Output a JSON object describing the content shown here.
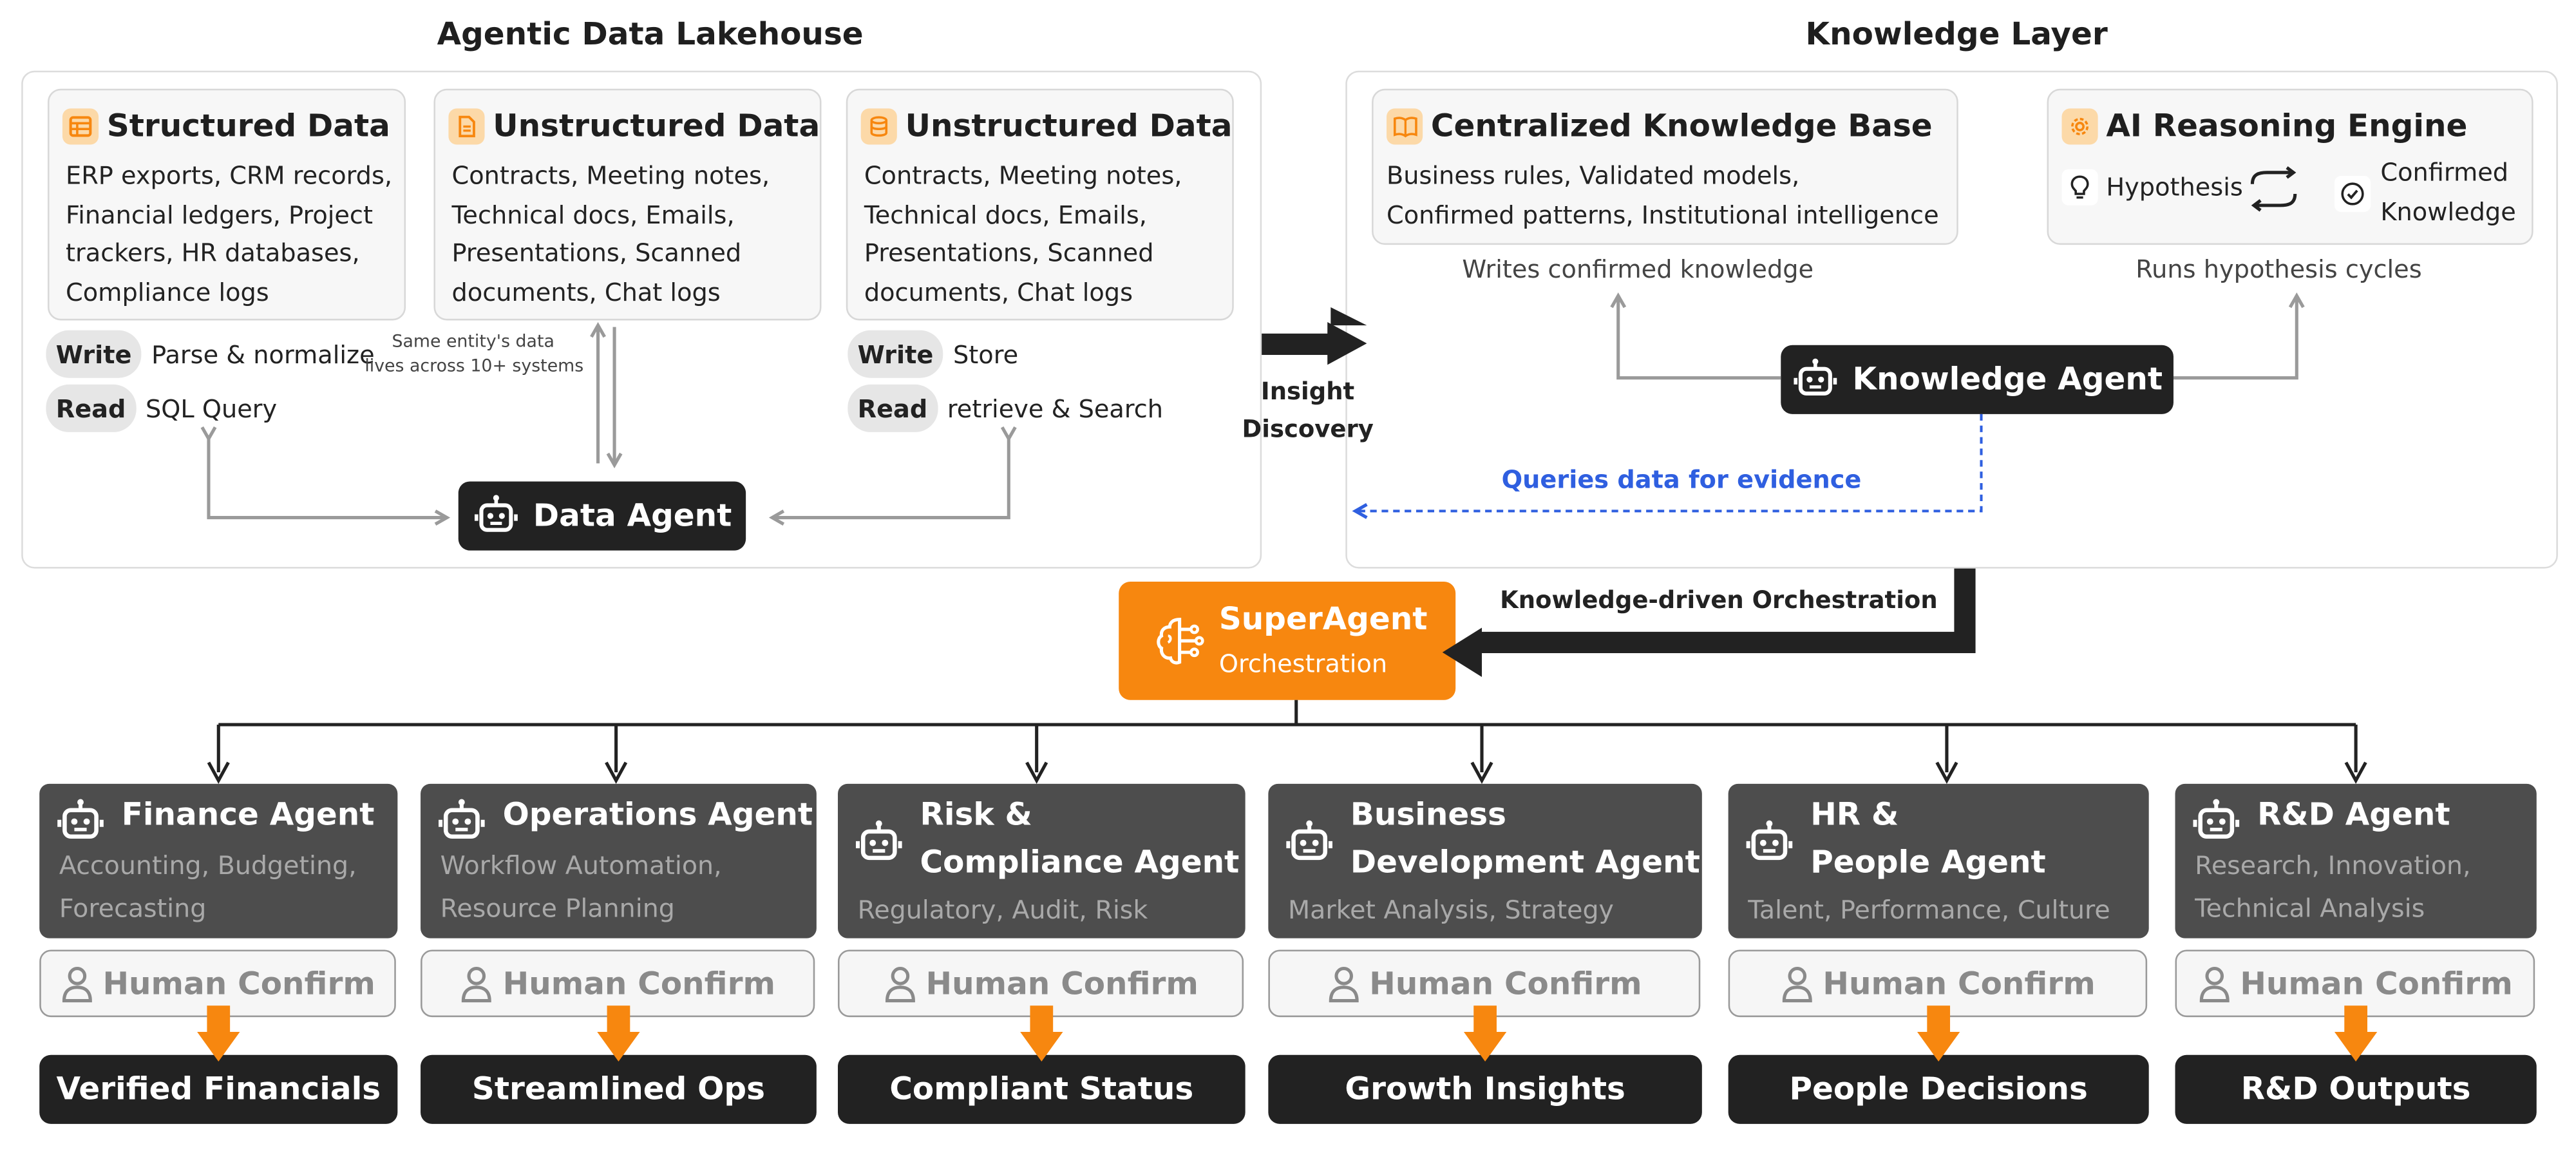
{
  "lakehouse": {
    "title": "Agentic Data Lakehouse",
    "cards": [
      {
        "icon": "table-icon",
        "title": "Structured Data",
        "lines": [
          "ERP exports, CRM records,",
          "Financial ledgers, Project",
          "trackers, HR databases,",
          "Compliance logs"
        ]
      },
      {
        "icon": "document-icon",
        "title": "Unstructured Data",
        "lines": [
          "Contracts, Meeting notes,",
          "Technical docs, Emails,",
          "Presentations, Scanned",
          "documents, Chat logs"
        ]
      },
      {
        "icon": "database-icon",
        "title": "Unstructured Data",
        "lines": [
          "Contracts, Meeting notes,",
          "Technical docs, Emails,",
          "Presentations, Scanned",
          "documents, Chat logs"
        ]
      }
    ],
    "left_ops": {
      "write_label": "Write",
      "write_text": "Parse & normalize",
      "read_label": "Read",
      "read_text": "SQL Query"
    },
    "right_ops": {
      "write_label": "Write",
      "write_text": "Store",
      "read_label": "Read",
      "read_text": "retrieve & Search"
    },
    "note": [
      "Same entity's data",
      "lives across 10+ systems"
    ],
    "data_agent": "Data Agent"
  },
  "insight": {
    "lines": [
      "Insight",
      "Discovery"
    ]
  },
  "knowledge": {
    "title": "Knowledge Layer",
    "kb": {
      "icon": "book-icon",
      "title": "Centralized Knowledge Base",
      "lines": [
        "Business rules, Validated models,",
        "Confirmed patterns, Institutional intelligence"
      ]
    },
    "reasoning": {
      "icon": "gear-icon",
      "title": "AI Reasoning Engine",
      "hypothesis": "Hypothesis",
      "confirmed": [
        "Confirmed",
        "Knowledge"
      ]
    },
    "writes_label": "Writes confirmed knowledge",
    "runs_label": "Runs hypothesis cycles",
    "agent": "Knowledge Agent",
    "queries_label": "Queries data for evidence"
  },
  "orchestration_label": "Knowledge-driven Orchestration",
  "superagent": {
    "title": "SuperAgent",
    "subtitle": "Orchestration"
  },
  "agents": [
    {
      "name": [
        "Finance Agent"
      ],
      "desc": [
        "Accounting, Budgeting,",
        "Forecasting"
      ],
      "human": "Human Confirm",
      "outcome": "Verified Financials"
    },
    {
      "name": [
        "Operations Agent"
      ],
      "desc": [
        "Workflow Automation,",
        "Resource Planning"
      ],
      "human": "Human Confirm",
      "outcome": "Streamlined Ops"
    },
    {
      "name": [
        "Risk &",
        "Compliance Agent"
      ],
      "desc": [
        "Regulatory, Audit, Risk"
      ],
      "human": "Human Confirm",
      "outcome": "Compliant Status"
    },
    {
      "name": [
        "Business",
        "Development Agent"
      ],
      "desc": [
        "Market Analysis, Strategy"
      ],
      "human": "Human Confirm",
      "outcome": "Growth Insights"
    },
    {
      "name": [
        "HR &",
        "People Agent"
      ],
      "desc": [
        "Talent, Performance, Culture"
      ],
      "human": "Human Confirm",
      "outcome": "People Decisions"
    },
    {
      "name": [
        "R&D Agent"
      ],
      "desc": [
        "Research, Innovation,",
        "Technical Analysis"
      ],
      "human": "Human Confirm",
      "outcome": "R&D Outputs"
    }
  ],
  "colors": {
    "accent": "#f7870f",
    "dark": "#222222",
    "agent_card": "#4d4d4d",
    "query_blue": "#2f5fe0",
    "icon_bg": "#fcd9a8"
  }
}
